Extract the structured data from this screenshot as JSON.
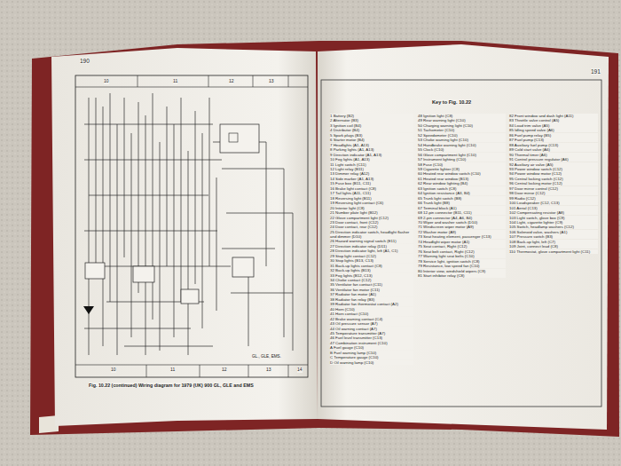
{
  "diagram": {
    "title": "Key to Fig. 10.22",
    "caption": "Fig. 10.22 (continued) Wiring diagram for 1979 (UK) 900 GL, GLE and EMS",
    "labels": [
      "190",
      "10",
      "11",
      "12",
      "13",
      "10",
      "11",
      "12",
      "13",
      "14",
      "GL., GLE, EMS.",
      "191",
      "1 Battery (B2)",
      "2 Alternator (B3)",
      "3 Ignition coil (B4)",
      "4 Distributor (B4)",
      "5 Spark plugs (B3)",
      "6 Starter motor (B4)",
      "7 Headlights (A1, A13)",
      "8 Parking lights (A1, A13)",
      "9 Direction indicator (A1, A13)",
      "10 Fog lights (A1, A13)",
      "11 Light switch (C11)",
      "12 Light relay (B11)",
      "13 Dimmer relay (A12)",
      "14 Side marker (A1, A13)",
      "15 Fuse box (B11, C11)",
      "16 Brake light contact (C8)",
      "17 Tail lights (A11, C11)",
      "18 Reversing light (B11)",
      "19 Reversing light contact (C6)",
      "20 Interior light (C8)",
      "21 Number plate light (B12)",
      "22 Glove compartment light (C12)",
      "23 Door contact, front (C12)",
      "24 Door contact, rear (C12)",
      "25 Direction indicator switch, headlight flasher and dimmer (D10)",
      "26 Hazard warning signal switch (E11)",
      "27 Direction indicator relay (D11)",
      "28 Direction indicator light, left (A1, C1)",
      "29 Stop light contact (C12)",
      "30 Stop lights (B13, C13)",
      "31 Back-up lights contact (C8)",
      "32 Back-up lights (B13)",
      "33 Fog lights (B12, C13)",
      "34 Choke contact (C12)",
      "35 Ventilator fan contact (C11)",
      "36 Ventilator fan motor (C11)",
      "37 Radiator fan motor (A1)",
      "38 Radiator fan relay (B3)",
      "39 Radiator fan thermostat contact (A2)",
      "40 Horn (C10)",
      "41 Horn contact (C10)",
      "42 Brake warning contact (C4)",
      "43 Oil pressure sensor (A7)",
      "44 Oil warning contact (A7)",
      "45 Temperature transmitter (A7)",
      "46 Fuel level transmitter (C13)",
      "47 Combination instrument (C10)",
      "A Fuel gauge (C10)",
      "B Fuel warning lamp (C10)",
      "C Temperature gauge (C10)",
      "D Oil warning lamp (C10)",
      "48 Ignition light (C8)",
      "49 Rear warning light (C10)",
      "50 Charging warning light (C10)",
      "51 Tachometer (C10)",
      "52 Speedometer (C10)",
      "53 Choke warning light (C10)",
      "54 Handbrake warning light (C10)",
      "55 Clock (C10)",
      "56 Glove compartment light (C10)",
      "57 Instrument lighting (C10)",
      "58 Fuse (C10)",
      "59 Cigarette lighter (C8)",
      "60 Heated rear window switch (C10)",
      "61 Heated rear window (B13)",
      "62 Rear window lighting (B4)",
      "63 Ignition switch (C8)",
      "64 Ignition resistance (A3, B4)",
      "65 Trunk light switch (B8)",
      "66 Trunk light (B8)",
      "67 Terminal block (A1)",
      "68 12-pin connector (B11, C11)",
      "69 2-pin connector (A4, A6, B4)",
      "70 Wiper and washer switch (D10)",
      "71 Windscreen wiper motor (A9)",
      "72 Washer motor (A9)",
      "73 Seat heating element, passenger (C13)",
      "74 Headlight wiper motor (A1)",
      "75 Seat contact, Right (C12)",
      "76 Seat belt contact, Right (C12)",
      "77 Warning light seat belts (C10)",
      "78 Service light, ignition switch (C8)",
      "79 Resistance, low speed fan (C10)",
      "80 Interior view, windshield wipers (C9)",
      "81 Start inhibitor relay (C8)",
      "82 Front window and dash light (A11)",
      "83 Throttle valve control (A5)",
      "84 Load trim valve (A5)",
      "85 Idling speed valve (A6)",
      "86 Fuel pump relay (B5)",
      "87 Fuel pump (C13)",
      "88 Auxiliary fuel pump (C13)",
      "89 Cold start valve (A6)",
      "90 Thermal timer (A6)",
      "91 Control pressure regulator (A6)",
      "92 Auxiliary air valve (A5)",
      "93 Power window switch (C12)",
      "94 Power window motor (C12)",
      "95 Central locking switch (C12)",
      "96 Central locking motor (C12)",
      "97 Door mirror control (C12)",
      "98 Door mirror (C12)",
      "99 Radio (C12)",
      "100 Loudspeaker (C12, C13)",
      "101 Aerial (C13)",
      "102 Compensating resistor (A8)",
      "103 Light switch, glove box (C9)",
      "104 Light, cigarette lighter (C9)",
      "105 Switch, headlamp washers (C12)",
      "106 Solenoid valve, washers (A1)",
      "107 Pressure switch (B3)",
      "108 Back-up light, left (C7)",
      "109 Joint, connect lead (C8)",
      "110 Thermostat, glove compartment light (C11)"
    ]
  }
}
